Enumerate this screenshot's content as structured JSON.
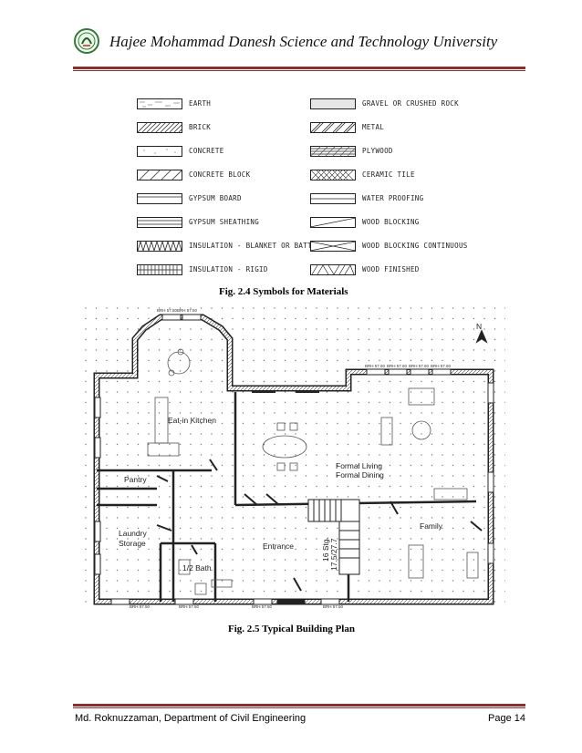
{
  "header": {
    "university": "Hajee Mohammad Danesh Science and Technology University",
    "logo_icon": "university-logo-icon",
    "rule_color": "#8b2e2e"
  },
  "legend": {
    "left": [
      {
        "label": "EARTH",
        "pattern": "earth"
      },
      {
        "label": "BRICK",
        "pattern": "brick"
      },
      {
        "label": "CONCRETE",
        "pattern": "concrete"
      },
      {
        "label": "CONCRETE BLOCK",
        "pattern": "concrete-block"
      },
      {
        "label": "GYPSUM BOARD",
        "pattern": "gypsum-board"
      },
      {
        "label": "GYPSUM SHEATHING",
        "pattern": "gypsum-sheathing"
      },
      {
        "label": "INSULATION - BLANKET OR BATT",
        "pattern": "insulation-batt"
      },
      {
        "label": "INSULATION - RIGID",
        "pattern": "insulation-rigid"
      }
    ],
    "right": [
      {
        "label": "GRAVEL OR CRUSHED ROCK",
        "pattern": "gravel"
      },
      {
        "label": "METAL",
        "pattern": "metal"
      },
      {
        "label": "PLYWOOD",
        "pattern": "plywood"
      },
      {
        "label": "CERAMIC TILE",
        "pattern": "ceramic"
      },
      {
        "label": "WATER PROOFING",
        "pattern": "waterproof"
      },
      {
        "label": "WOOD BLOCKING",
        "pattern": "wood-blocking"
      },
      {
        "label": "WOOD BLOCKING CONTINUOUS",
        "pattern": "wood-blocking-cont"
      },
      {
        "label": "WOOD FINISHED",
        "pattern": "wood-finished"
      }
    ]
  },
  "captions": {
    "fig1": "Fig. 2.4 Symbols for Materials",
    "fig2": "Fig. 2.5 Typical Building Plan"
  },
  "plan": {
    "rooms": {
      "kitchen": "Eat-in Kitchen",
      "pantry": "Pantry",
      "laundry1": "Laundry",
      "laundry2": "Storage",
      "bath": "1/2 Bath",
      "entrance": "Entrance",
      "living1": "Formal Living",
      "living2": "Formal Dining",
      "family": "Family",
      "stairs1": "16 Stg.",
      "stairs2": "17.5/27.7"
    },
    "north": "N",
    "window_tag": "BRH 57.50",
    "window_tag_top": "BRH 57.50BRH 57.50"
  },
  "footer": {
    "author": "Md. Roknuzzaman, Department of Civil Engineering",
    "page": "Page 14"
  }
}
